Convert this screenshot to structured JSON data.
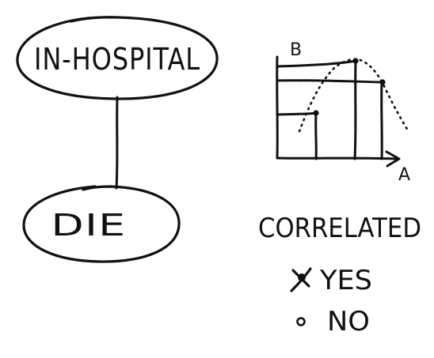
{
  "diagram": {
    "nodes": [
      {
        "id": "in-hospital",
        "label": "IN-HOSPITAL"
      },
      {
        "id": "die",
        "label": "DIE"
      }
    ],
    "edges": [
      {
        "from": "in-hospital",
        "to": "die"
      }
    ]
  },
  "sketch": {
    "y_axis_label": "B",
    "x_axis_label": "A"
  },
  "question": {
    "title": "CORRELATED",
    "options": [
      {
        "label": "YES",
        "marker": "x-mark",
        "selected": true
      },
      {
        "label": "NO",
        "marker": "circle",
        "selected": false
      }
    ]
  },
  "colors": {
    "ink": "#111111",
    "background": "#ffffff"
  }
}
